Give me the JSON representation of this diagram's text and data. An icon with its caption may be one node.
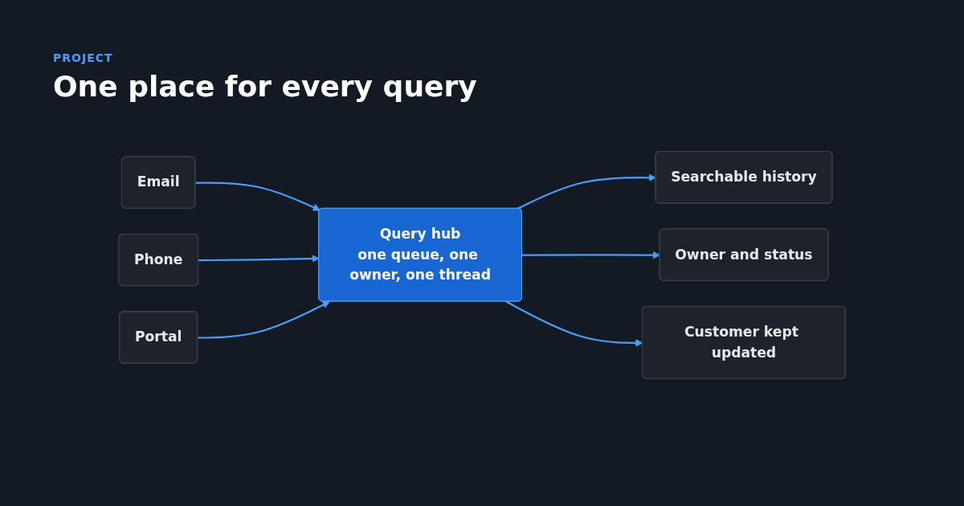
{
  "diagram": {
    "title": "One place for every query",
    "nodes": [
      {
        "text": [
          "Email"
        ]
      },
      {
        "text": [
          "Phone"
        ]
      },
      {
        "text": [
          "Portal"
        ]
      },
      {
        "text": [
          "Query hub",
          "one queue, one owner, one thread"
        ]
      },
      {
        "text": [
          "Searchable history"
        ]
      },
      {
        "text": [
          "Owner and status"
        ]
      },
      {
        "text": [
          "Customer kept updated"
        ]
      }
    ],
    "edges": [
      {
        "from": 0,
        "to": 3,
        "arrow": "to"
      },
      {
        "from": 1,
        "to": 3,
        "arrow": "to"
      },
      {
        "from": 2,
        "to": 3,
        "arrow": "to"
      },
      {
        "from": 3,
        "to": 4,
        "arrow": "to"
      },
      {
        "from": 3,
        "to": 5,
        "arrow": "to"
      },
      {
        "from": 3,
        "to": 6,
        "arrow": "to"
      }
    ],
    "labels": [
      "PROJECT"
    ]
  }
}
